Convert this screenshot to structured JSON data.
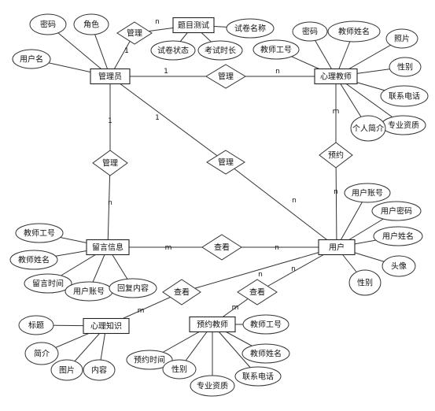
{
  "entities": {
    "admin": "管理员",
    "teacher": "心理教师",
    "exam": "题目测试",
    "message": "留言信息",
    "user": "用户",
    "knowledge": "心理知识",
    "booking_teacher": "预约教师"
  },
  "attributes": {
    "admin_password": "密码",
    "admin_role": "角色",
    "admin_username": "用户名",
    "exam_name": "试卷名称",
    "exam_status": "试卷状态",
    "exam_duration": "考试时长",
    "teacher_password": "密码",
    "teacher_name": "教师姓名",
    "teacher_photo": "照片",
    "teacher_id": "教师工号",
    "teacher_gender": "性别",
    "teacher_phone": "联系电话",
    "teacher_qualification": "专业资质",
    "teacher_bio": "个人简介",
    "user_account": "用户账号",
    "user_password": "用户密码",
    "user_name": "用户姓名",
    "user_avatar": "头像",
    "user_gender": "性别",
    "msg_teacher_id": "教师工号",
    "msg_teacher_name": "教师姓名",
    "msg_time": "留言时间",
    "msg_user_account": "用户账号",
    "msg_reply": "回复内容",
    "kn_title": "标题",
    "kn_intro": "简介",
    "kn_image": "图片",
    "kn_content": "内容",
    "bk_time": "预约时间",
    "bk_gender": "性别",
    "bk_qualification": "专业资质",
    "bk_phone": "联系电话",
    "bk_name": "教师姓名",
    "bk_id": "教师工号"
  },
  "relationships": {
    "admin_exam": "管理",
    "admin_teacher": "管理",
    "admin_message": "管理",
    "admin_user": "管理",
    "teacher_user": "预约",
    "message_user": "查看",
    "user_knowledge": "查看",
    "user_booking": "查看"
  },
  "cardinalities": {
    "admin_exam_a": "1",
    "admin_exam_e": "n",
    "admin_teacher_a": "1",
    "admin_teacher_t": "n",
    "admin_message_a": "1",
    "admin_message_m": "n",
    "admin_user_a": "1",
    "admin_user_u": "n",
    "teacher_user_t": "m",
    "teacher_user_u": "n",
    "message_user_m": "m",
    "message_user_u": "n",
    "user_knowledge_u": "n",
    "user_knowledge_k": "m",
    "user_booking_u": "n",
    "user_booking_b": "m"
  }
}
